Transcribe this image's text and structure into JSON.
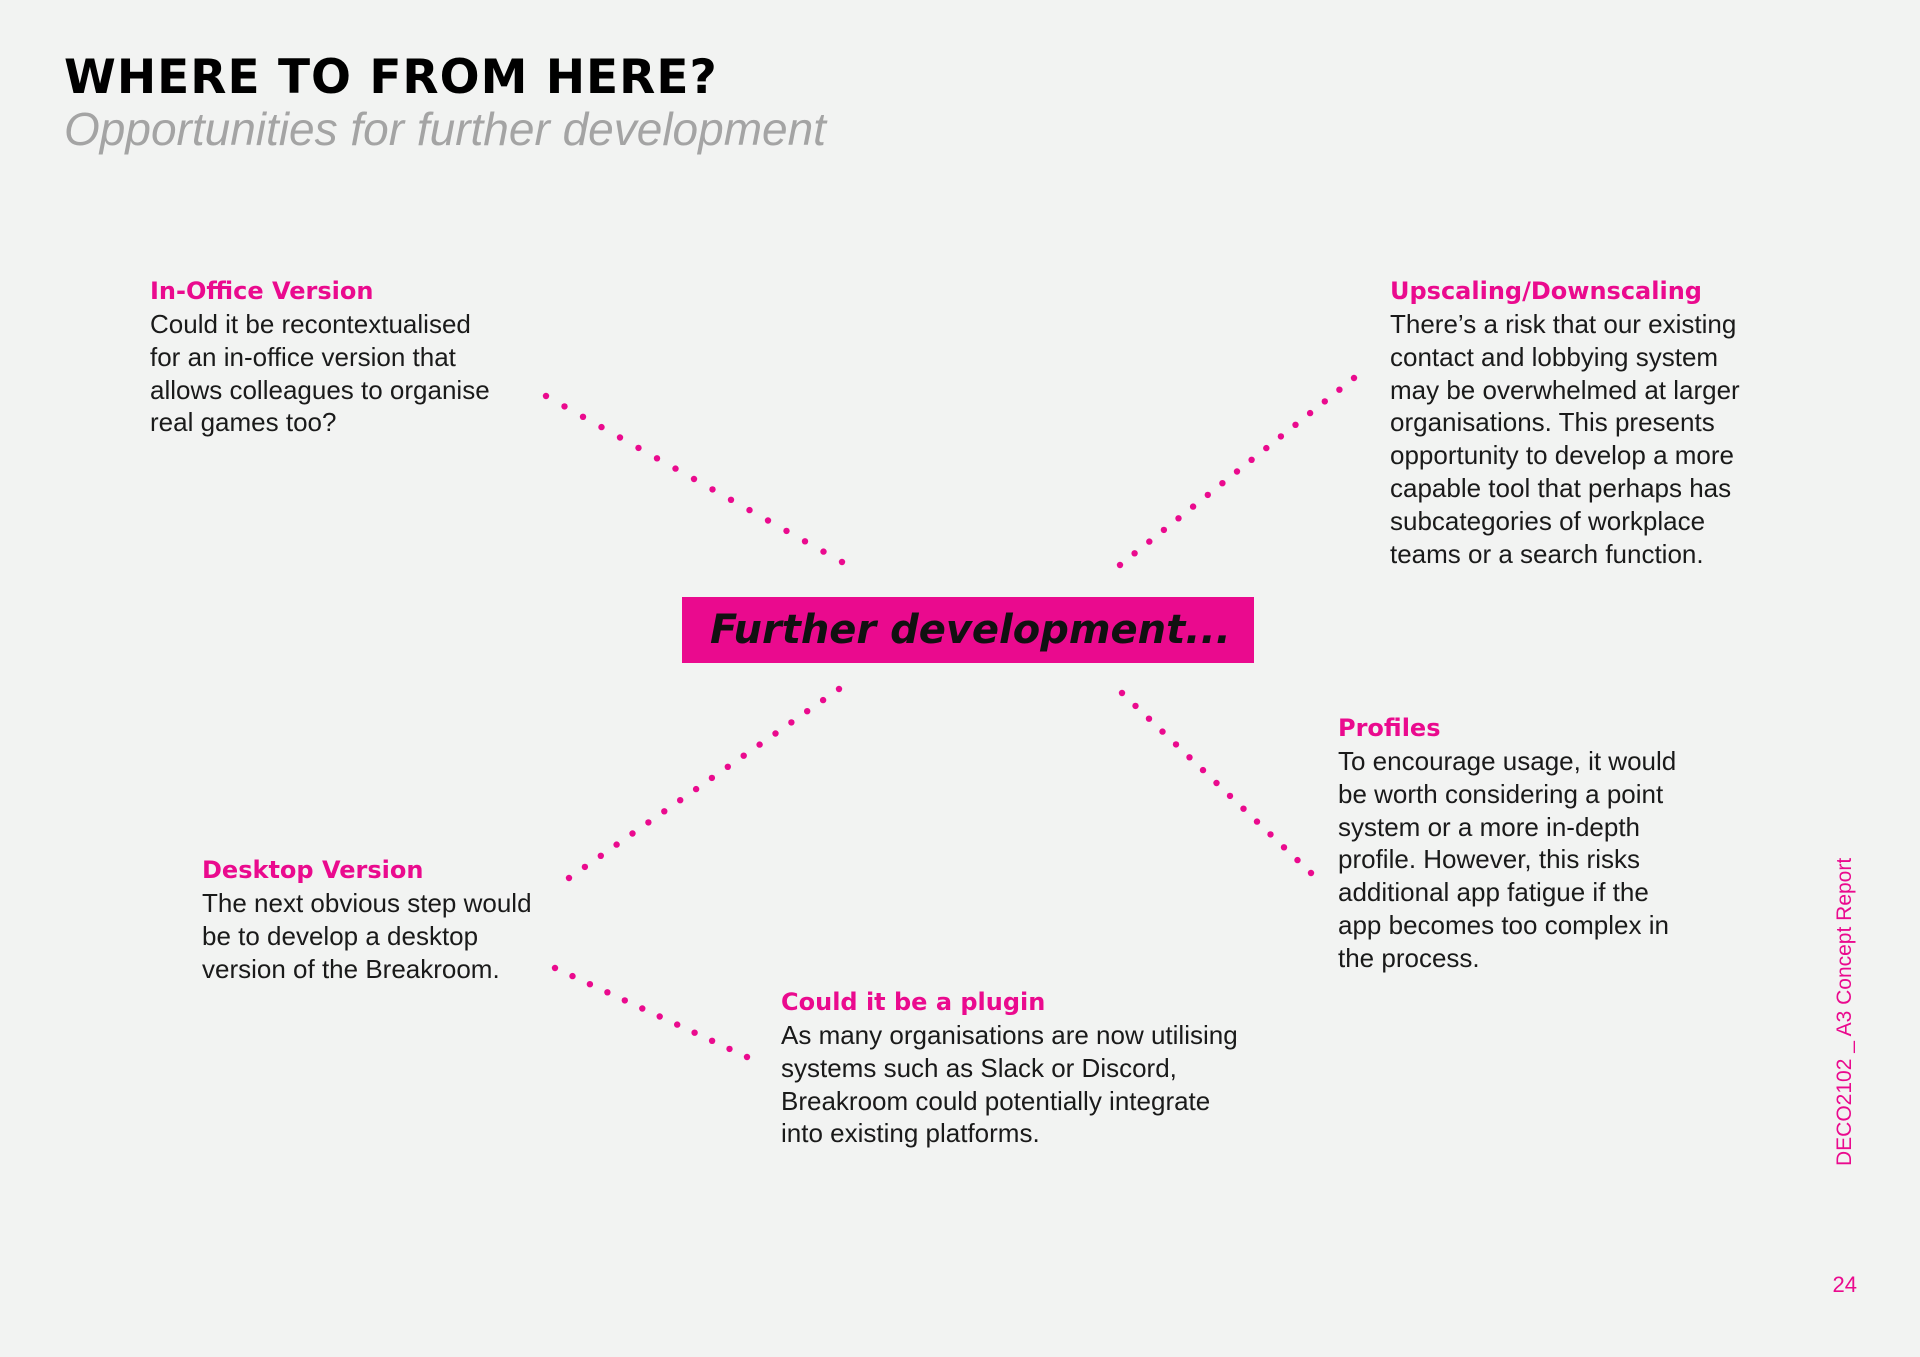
{
  "header": {
    "title": "WHERE TO FROM HERE?",
    "subtitle": "Opportunities for further development"
  },
  "center": {
    "label": "Further development..."
  },
  "blocks": [
    {
      "heading": "In-Office Version",
      "body": "Could it be recontextualised\nfor an in-office version that\nallows colleagues to organise\nreal games too?"
    },
    {
      "heading": "Upscaling/Downscaling",
      "body": "There’s a risk that our existing\ncontact and lobbying system\nmay be overwhelmed at larger\norganisations. This presents\nopportunity to develop a more\ncapable tool that perhaps has\nsubcategories of workplace\nteams or a search function."
    },
    {
      "heading": "Profiles",
      "body": "To encourage usage, it would\nbe worth considering a point\nsystem or a more in-depth\nprofile. However, this risks\nadditional app fatigue if the\napp becomes too complex in\nthe process."
    },
    {
      "heading": "Desktop Version",
      "body": "The next obvious step would\nbe to develop a desktop\nversion of the Breakroom."
    },
    {
      "heading": "Could it be a plugin",
      "body": "As many organisations are now utilising\nsystems such as Slack or Discord,\nBreakroom could potentially integrate\ninto existing platforms."
    }
  ],
  "footer": {
    "side_label": "DECO2102 _ A3 Concept Report",
    "page_number": "24"
  },
  "colors": {
    "accent": "#ea0a8e",
    "background": "#f2f3f2",
    "subtitle": "#a4a4a4"
  }
}
